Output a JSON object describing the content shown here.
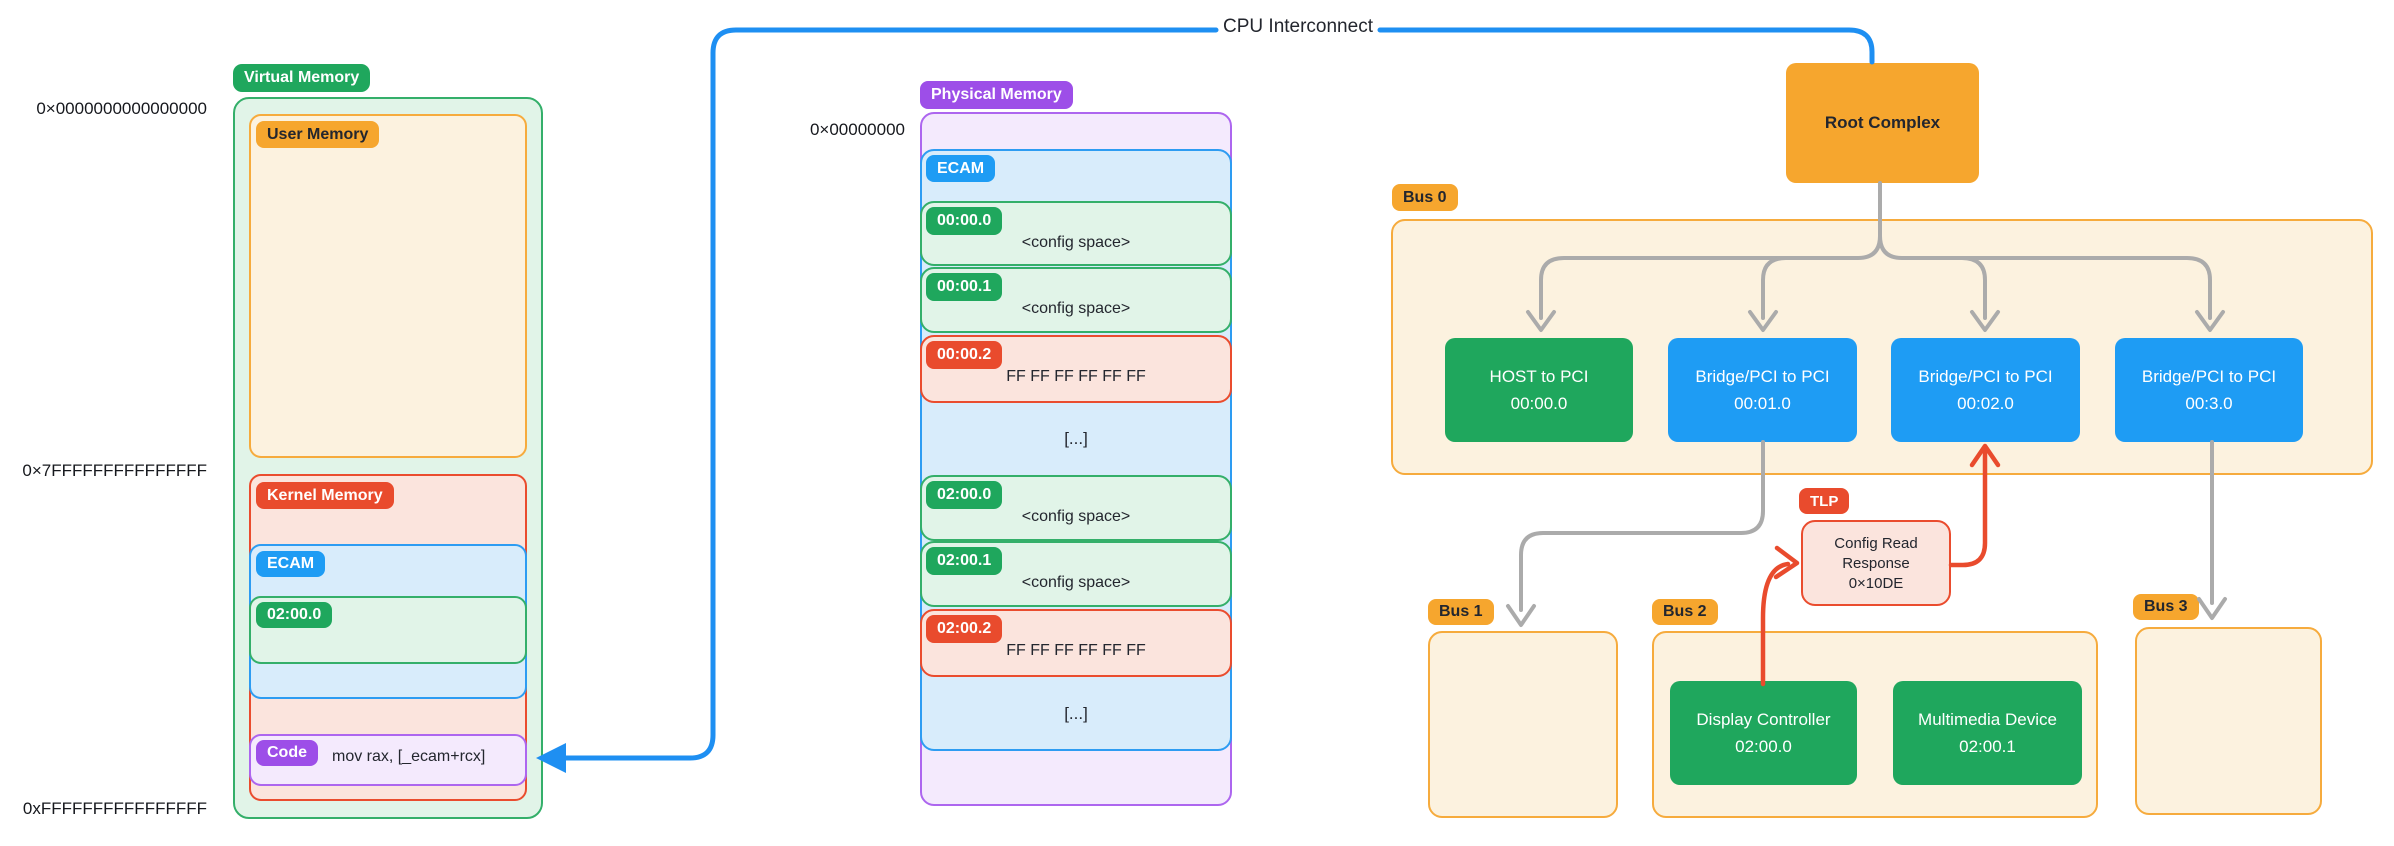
{
  "cpu_interconnect": {
    "label": "CPU Interconnect"
  },
  "virtual_memory": {
    "title": "Virtual Memory",
    "addr_start": "0×0000000000000000",
    "addr_kernel": "0×7FFFFFFFFFFFFFFF",
    "addr_end": "0xFFFFFFFFFFFFFFFF",
    "user": {
      "label": "User Memory"
    },
    "kernel": {
      "label": "Kernel Memory"
    },
    "ecam": {
      "label": "ECAM"
    },
    "device": {
      "label": "02:00.0"
    },
    "code": {
      "label": "Code",
      "instruction": "mov rax, [_ecam+rcx]"
    }
  },
  "physical_memory": {
    "title": "Physical Memory",
    "addr_start": "0×00000000",
    "ecam": {
      "label": "ECAM"
    },
    "sections": [
      {
        "chip": "00:00.0",
        "body": "<config space>",
        "kind": "config"
      },
      {
        "chip": "00:00.1",
        "body": "<config space>",
        "kind": "config"
      },
      {
        "chip": "00:00.2",
        "body": "FF FF FF FF FF FF",
        "kind": "invalid"
      },
      {
        "body": "[...]",
        "kind": "ellipsis"
      },
      {
        "chip": "02:00.0",
        "body": "<config space>",
        "kind": "config"
      },
      {
        "chip": "02:00.1",
        "body": "<config space>",
        "kind": "config"
      },
      {
        "chip": "02:00.2",
        "body": "FF FF FF FF FF FF",
        "kind": "invalid"
      },
      {
        "body": "[...]",
        "kind": "ellipsis"
      }
    ]
  },
  "topology": {
    "root_complex": {
      "label": "Root Complex"
    },
    "bus0": {
      "label": "Bus 0",
      "devices": [
        {
          "name": "HOST to PCI",
          "id": "00:00.0",
          "color": "green"
        },
        {
          "name": "Bridge/PCI to PCI",
          "id": "00:01.0",
          "color": "blue"
        },
        {
          "name": "Bridge/PCI to PCI",
          "id": "00:02.0",
          "color": "blue"
        },
        {
          "name": "Bridge/PCI to PCI",
          "id": "00:3.0",
          "color": "blue"
        }
      ]
    },
    "tlp": {
      "label": "TLP",
      "line1": "Config Read",
      "line2": "Response",
      "line3": "0×10DE"
    },
    "bus1": {
      "label": "Bus 1"
    },
    "bus2": {
      "label": "Bus 2",
      "devices": [
        {
          "name": "Display Controller",
          "id": "02:00.0"
        },
        {
          "name": "Multimedia Device",
          "id": "02:00.1"
        }
      ]
    },
    "bus3": {
      "label": "Bus 3"
    }
  },
  "colors": {
    "green": "#1fa75d",
    "orange": "#f6a62e",
    "red": "#e94b2d",
    "blue": "#1e9cf4",
    "purple": "#9d4ee8",
    "gray_line": "#ababab",
    "blue_line": "#1e8ff2",
    "red_line": "#e94b2d"
  }
}
